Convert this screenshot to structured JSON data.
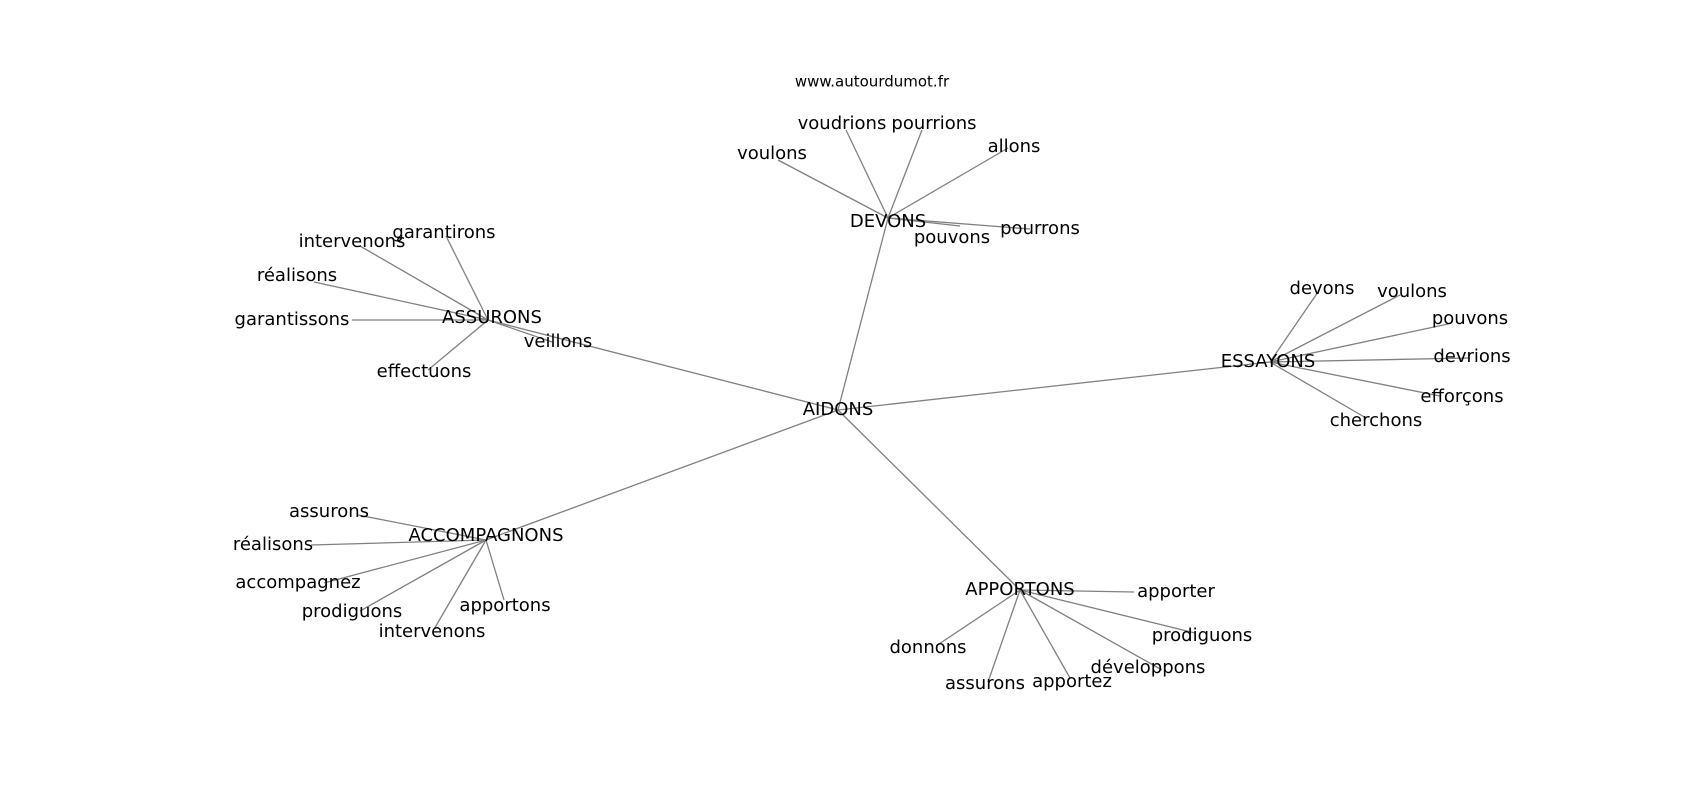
{
  "watermark": "www.autourdumot.fr",
  "edge_color": "#808080",
  "graph": {
    "center": "AIDONS",
    "hubs": [
      {
        "word": "DEVONS",
        "children": [
          "voulons",
          "voudrions",
          "pourrions",
          "allons",
          "pourrons",
          "pouvons"
        ]
      },
      {
        "word": "ASSURONS",
        "children": [
          "intervenons",
          "garantirons",
          "réalisons",
          "garantissons",
          "effectuons",
          "veillons"
        ]
      },
      {
        "word": "ESSAYONS",
        "children": [
          "devons",
          "voulons",
          "pouvons",
          "devrions",
          "efforçons",
          "cherchons"
        ]
      },
      {
        "word": "ACCOMPAGNONS",
        "children": [
          "assurons",
          "réalisons",
          "accompagnez",
          "prodiguons",
          "intervenons",
          "apportons"
        ]
      },
      {
        "word": "APPORTONS",
        "children": [
          "apporter",
          "prodiguons",
          "développons",
          "apportez",
          "assurons",
          "donnons"
        ]
      }
    ]
  }
}
